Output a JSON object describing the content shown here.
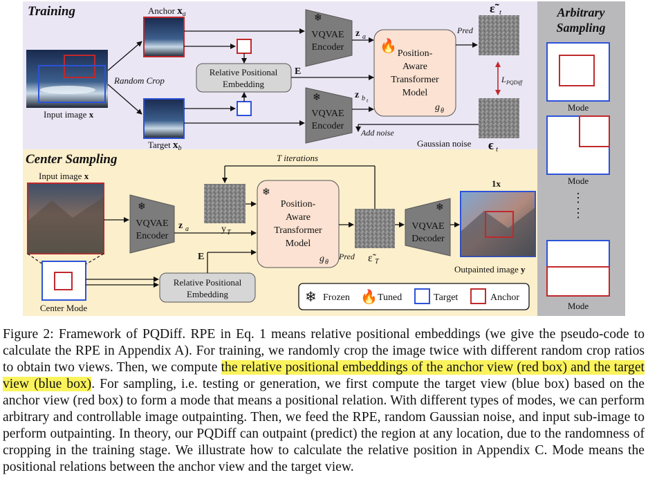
{
  "figure": {
    "training": {
      "title": "Training",
      "anchor_label": "Anchor",
      "anchor_symbol": "x",
      "anchor_sub": "a",
      "target_label": "Target",
      "target_symbol": "x",
      "target_sub": "b",
      "input_label": "Input image",
      "input_symbol": "x",
      "random_crop": "Random Crop",
      "rpe_line1": "Relative Positional",
      "rpe_line2": "Embedding",
      "E": "E",
      "vqvae_line1": "VQVAE",
      "vqvae_line2": "Encoder",
      "za": "z",
      "za_sub": "a",
      "zb": "z",
      "zb_sub": "b",
      "zb_subsub": "t",
      "transformer_line1": "Position-",
      "transformer_line2": "Aware",
      "transformer_line3": "Transformer",
      "transformer_line4": "Model",
      "g_theta": "g",
      "g_sub": "θ",
      "pred": "Pred",
      "eps_hat": "ε̃",
      "eps_sub": "t",
      "loss": "L",
      "loss_sub": "PQDiff",
      "add_noise": "Add noise",
      "gaussian_noise": "Gaussian noise",
      "eps": "ϵ",
      "eps2_sub": "t"
    },
    "arbitrary": {
      "title_line1": "Arbitrary",
      "title_line2": "Sampling",
      "mode_label": "Mode",
      "dots": "⋮"
    },
    "center": {
      "title": "Center Sampling",
      "t_iterations": "T iterations",
      "input_label": "Input image",
      "input_symbol": "x",
      "vqvae_line1": "VQVAE",
      "vqvae_line2": "Encoder",
      "za": "z",
      "za_sub": "a",
      "yT": "y",
      "yT_sub": "T",
      "E": "E",
      "rpe_line1": "Relative Positional",
      "rpe_line2": "Embedding",
      "transformer_line1": "Position-",
      "transformer_line2": "Aware",
      "transformer_line3": "Transformer",
      "transformer_line4": "Model",
      "g_theta": "g",
      "g_sub": "θ",
      "pred": "Pred",
      "eps_T": "ε̃",
      "eps_T_sub": "T",
      "decoder_line1": "VQVAE",
      "decoder_line2": "Decoder",
      "zoom": "1x",
      "out_label": "Outpainted image",
      "out_symbol": "y",
      "center_mode": "Center Mode"
    },
    "legend": {
      "frozen": "Frozen",
      "tuned": "Tuned",
      "target": "Target",
      "anchor": "Anchor"
    },
    "colors": {
      "training_bg": "#ebe6f4",
      "center_bg": "#fcefcc",
      "arbitrary_bg": "#b9b9bc",
      "anchor_red": "#c0282c",
      "target_blue": "#2c52d8",
      "transformer_fill": "#fbe2d2",
      "rpe_fill": "#d6d6d6",
      "vqvae_fill": "#7c7c7c"
    }
  },
  "caption": {
    "part1": "Figure 2: Framework of PQDiff. RPE in Eq. 1 means relative positional embeddings (we give the pseudo-code to calculate the RPE in Appendix A). For training, we randomly crop the image twice with different random crop ratios to obtain two views.  Then, we compute ",
    "highlight": "the relative positional embeddings of the anchor view (red box) and the target view (blue box)",
    "part2": ". For sampling, i.e. testing or generation, we first compute the target view (blue box) based on the anchor view (red box) to form a mode that means a positional relation. With different types of modes, we can perform arbitrary and controllable image outpainting. Then, we feed the RPE, random Gaussian noise, and input sub-image to perform outpainting. In theory, our PQDiff can outpaint (predict) the region at any location, due to the randomness of cropping in the training stage. We illustrate how to calculate the relative position in Appendix C. Mode means the positional relations between the anchor view and the target view."
  }
}
